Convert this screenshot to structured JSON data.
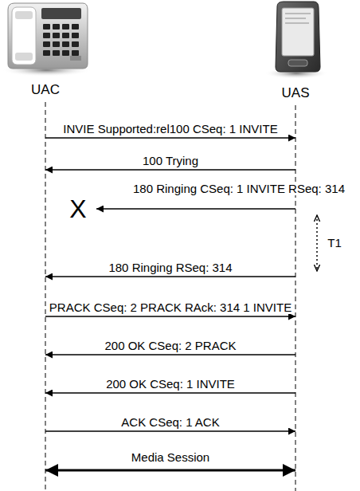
{
  "diagram": {
    "nodes": [
      {
        "text": [
          "UAC"
        ]
      },
      {
        "text": [
          "UAS"
        ]
      }
    ],
    "edges": [
      {
        "from": 0,
        "to": 1,
        "arrow": "to",
        "label": "INVIE Supported:rel100 CSeq: 1 INVITE"
      },
      {
        "from": 1,
        "to": 0,
        "arrow": "to",
        "label": "100 Trying"
      },
      {
        "from": 1,
        "to": 0,
        "arrow": "to",
        "label": "180 Ringing RSeq: 314"
      },
      {
        "from": 0,
        "to": 1,
        "arrow": "to",
        "label": "PRACK CSeq: 2 PRACK RAck: 314 1 INVITE"
      },
      {
        "from": 1,
        "to": 0,
        "arrow": "to",
        "label": "200 OK CSeq: 2 PRACK"
      },
      {
        "from": 1,
        "to": 0,
        "arrow": "to",
        "label": "200 OK CSeq: 1 INVITE"
      },
      {
        "from": 0,
        "to": 1,
        "arrow": "to",
        "label": "ACK CSeq: 1 ACK"
      },
      {
        "from": 0,
        "to": 1,
        "arrow": "both",
        "label": "Media Session"
      }
    ],
    "labels": [
      "180 Ringing CSeq: 1 INVITE RSeq: 314",
      "X",
      "T1"
    ]
  }
}
